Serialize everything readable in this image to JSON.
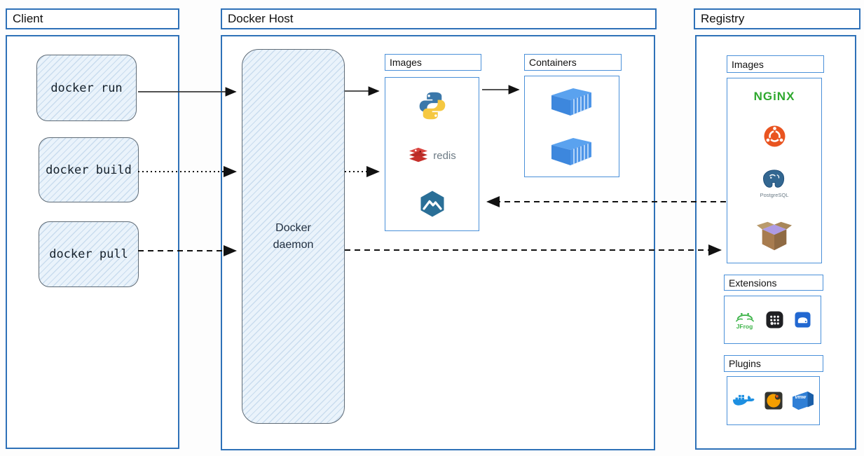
{
  "client": {
    "title": "Client",
    "commands": [
      {
        "label": "docker run"
      },
      {
        "label": "docker build"
      },
      {
        "label": "docker pull"
      }
    ]
  },
  "docker_host": {
    "title": "Docker Host",
    "daemon_label": "Docker daemon",
    "images": {
      "title": "Images",
      "icons": [
        "python-logo",
        "redis-logo",
        "alpine-logo"
      ],
      "redis_label": "redis"
    },
    "containers": {
      "title": "Containers",
      "icons": [
        "container-box-icon",
        "container-box-icon"
      ]
    }
  },
  "registry": {
    "title": "Registry",
    "images": {
      "title": "Images",
      "icons": [
        "nginx-logo",
        "ubuntu-logo",
        "postgresql-logo",
        "package-box-icon"
      ],
      "nginx_label": "NGiNX",
      "postgresql_label": "PostgreSQL"
    },
    "extensions": {
      "title": "Extensions",
      "icons": [
        "jfrog-logo",
        "dots-grid-app-icon",
        "drive-app-icon"
      ],
      "jfrog_label": "JFrog"
    },
    "plugins": {
      "title": "Plugins",
      "icons": [
        "docker-whale-logo",
        "grafana-logo",
        "vmware-logo"
      ],
      "vmware_label": "vmw"
    }
  },
  "connections": [
    {
      "from": "docker-run",
      "to": "docker-daemon",
      "style": "solid"
    },
    {
      "from": "docker-build",
      "to": "docker-daemon",
      "style": "dotted"
    },
    {
      "from": "docker-pull",
      "to": "docker-daemon",
      "style": "dashed"
    },
    {
      "from": "docker-daemon",
      "to": "host-images",
      "style": "solid"
    },
    {
      "from": "docker-daemon",
      "to": "host-images",
      "style": "dotted"
    },
    {
      "from": "host-images",
      "to": "containers",
      "style": "solid"
    },
    {
      "from": "docker-daemon",
      "to": "registry-images",
      "style": "dashed"
    },
    {
      "from": "registry-images",
      "to": "host-images",
      "style": "dashed"
    }
  ],
  "colors": {
    "panel_border": "#2e71b8",
    "inner_border": "#4a90d9",
    "sketch_fill": "#eaf3fb",
    "sketch_border": "#5f6b76",
    "arrow": "#111111",
    "nginx_green": "#2ea82e",
    "ubuntu_orange": "#e95420",
    "redis_red": "#c6302b",
    "python_blue": "#3b78aa",
    "python_yellow": "#f5c841",
    "docker_blue": "#1d8fe1"
  }
}
